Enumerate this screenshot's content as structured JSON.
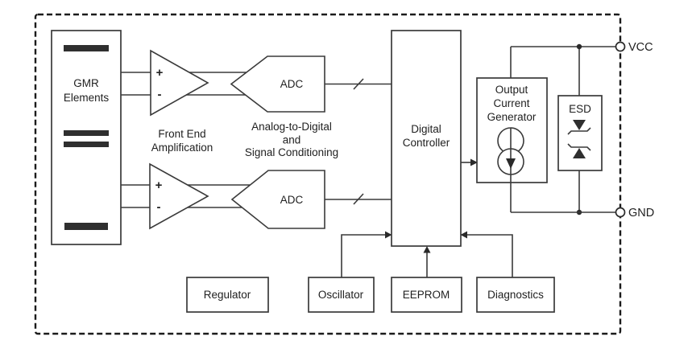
{
  "blocks": {
    "gmr_elements": {
      "lines": [
        "GMR",
        "Elements"
      ]
    },
    "adc_top": {
      "label": "ADC"
    },
    "adc_bottom": {
      "label": "ADC"
    },
    "digital_controller": {
      "lines": [
        "Digital",
        "Controller"
      ]
    },
    "output_current_generator": {
      "lines": [
        "Output",
        "Current",
        "Generator"
      ]
    },
    "esd": {
      "label": "ESD"
    },
    "regulator": {
      "label": "Regulator"
    },
    "oscillator": {
      "label": "Oscillator"
    },
    "eeprom": {
      "label": "EEPROM"
    },
    "diagnostics": {
      "label": "Diagnostics"
    }
  },
  "captions": {
    "front_end": {
      "lines": [
        "Front End",
        "Amplification"
      ]
    },
    "signal_chain": {
      "lines": [
        "Analog-to-Digital",
        "and",
        "Signal Conditioning"
      ]
    }
  },
  "amplifier_marks": {
    "plus": "+",
    "minus": "-"
  },
  "pins": {
    "vcc": "VCC",
    "gnd": "GND"
  },
  "colors": {
    "background": "#ffffff",
    "line": "#3a3a3a",
    "text": "#212121",
    "dark_fill": "#2f2f2f",
    "border": "#1b1b1b"
  }
}
